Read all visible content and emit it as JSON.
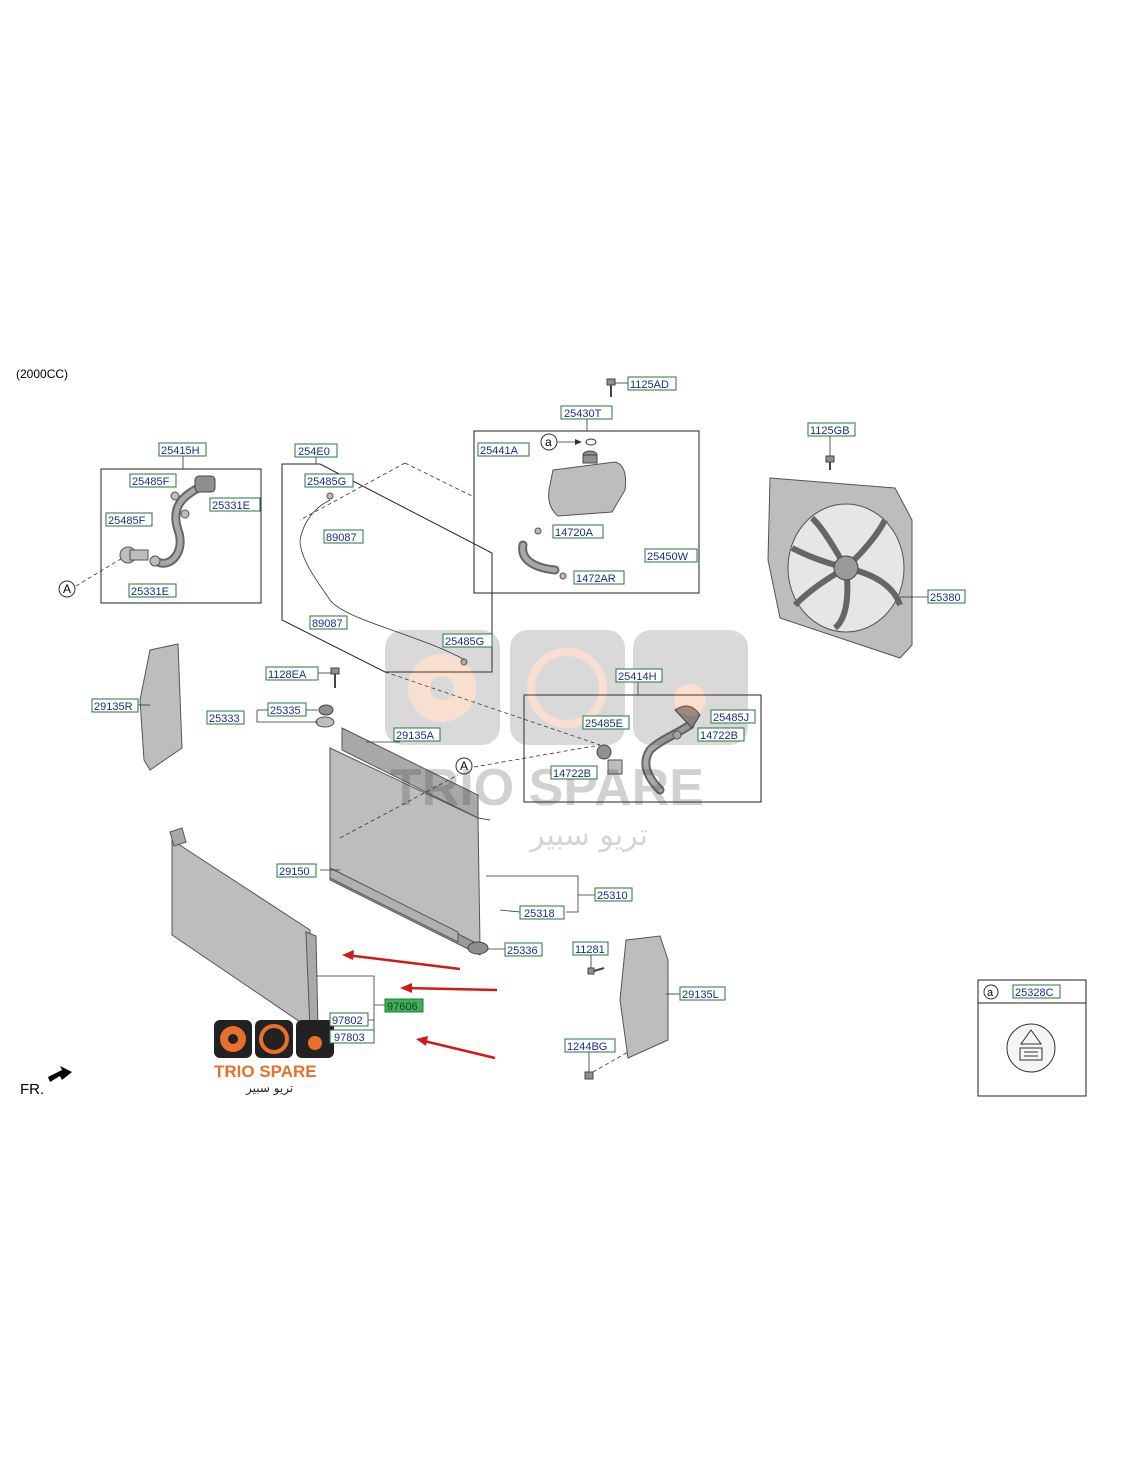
{
  "header": {
    "engine_label": "(2000CC)"
  },
  "direction_label": "FR.",
  "inset": {
    "circle_letter": "a",
    "part": "25328C"
  },
  "callouts": {
    "c1125AD": "1125AD",
    "c25430T": "25430T",
    "c25441A": "25441A",
    "c14720A": "14720A",
    "c25450W": "25450W",
    "c1472AR": "1472AR",
    "c1125GB": "1125GB",
    "c25380": "25380",
    "c25415H": "25415H",
    "c25485F_a": "25485F",
    "c25331E_a": "25331E",
    "c25485F_b": "25485F",
    "c25331E_b": "25331E",
    "c254E0": "254E0",
    "c25485G_a": "25485G",
    "c89087_a": "89087",
    "c89087_b": "89087",
    "c25485G_b": "25485G",
    "c1128EA": "1128EA",
    "c25335": "25335",
    "c25333": "25333",
    "c29135R": "29135R",
    "c29135A": "29135A",
    "c25414H": "25414H",
    "c25485E": "25485E",
    "c25485J": "25485J",
    "c14722B_a": "14722B",
    "c14722B_b": "14722B",
    "c29150": "29150",
    "c25310": "25310",
    "c25318": "25318",
    "c25336": "25336",
    "c11281": "11281",
    "c29135L": "29135L",
    "c1244BG": "1244BG",
    "c97606": "97606",
    "c97802": "97802",
    "c97803": "97803"
  },
  "markers": {
    "A": "A",
    "a": "a"
  },
  "highlight_color": "#3fae57",
  "arrow_color": "#d01a1a",
  "watermark": {
    "brand": "TRIO SPARE",
    "arabic": "تريو سبير"
  },
  "logo": {
    "brand": "TRIO SPARE",
    "arabic": "تريو سبير"
  }
}
